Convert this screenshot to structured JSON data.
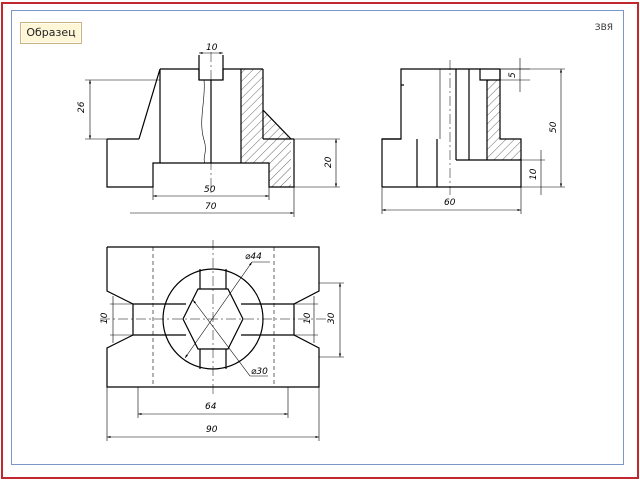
{
  "button": {
    "label": "Образец"
  },
  "corner_label": "ЗВЯ",
  "dimensions": {
    "front_top_width": "10",
    "front_height_upper": "26",
    "front_base_height": "20",
    "front_slot_width": "50",
    "front_total_width": "70",
    "side_slot_depth": "5",
    "side_total_height": "50",
    "side_base_height": "10",
    "side_total_width": "60",
    "plan_outer_diameter": "⌀44",
    "plan_inner_diameter": "⌀30",
    "plan_left_groove": "10",
    "plan_right_groove": "10",
    "plan_right_height": "30",
    "plan_inner_width": "64",
    "plan_total_width": "90"
  }
}
